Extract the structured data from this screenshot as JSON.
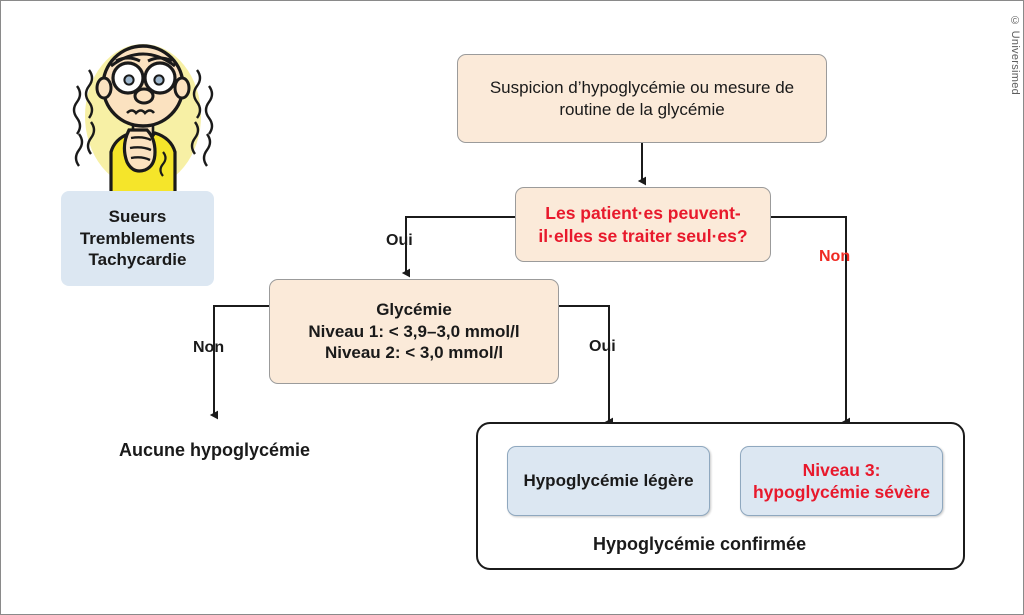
{
  "credit": "© Universimed",
  "illustration": {
    "name": "trembling-patient-cartoon",
    "description": "Cartoon of a worried person trembling with hands at mouth",
    "shirt_color": "#f5e52a",
    "skin_color": "#fbe2c0",
    "halo_color": "#f6f0a0"
  },
  "colors": {
    "peach_fill": "#fbead9",
    "blue_fill": "#dce7f2",
    "red_accent": "#e8192c",
    "line_color": "#1b1b1b",
    "frame_border": "#8a8a8a"
  },
  "nodes": {
    "symptoms": {
      "lines": [
        "Sueurs",
        "Tremblements",
        "Tachycardie"
      ]
    },
    "start": {
      "lines": [
        "Suspicion d’hypoglycémie ou mesure de",
        "routine de la glycémie"
      ]
    },
    "decision": {
      "lines": [
        "Les patient·es peuvent-",
        "il·elles se traiter seul·es?"
      ]
    },
    "glycemia": {
      "lines": [
        "Glycémie",
        "Niveau 1: < 3,9–3,0 mmol/l",
        "Niveau 2: < 3,0 mmol/l"
      ]
    },
    "no_hypo": {
      "label": "Aucune hypoglycémie"
    },
    "confirmed": {
      "caption": "Hypoglycémie confirmée",
      "mild": {
        "lines": [
          "Hypoglycémie légère"
        ]
      },
      "severe": {
        "lines": [
          "Niveau 3:",
          "hypoglycémie sévère"
        ]
      }
    }
  },
  "edges": {
    "decision_yes": "Oui",
    "decision_no": "Non",
    "glycemia_no": "Non",
    "glycemia_yes": "Oui"
  }
}
